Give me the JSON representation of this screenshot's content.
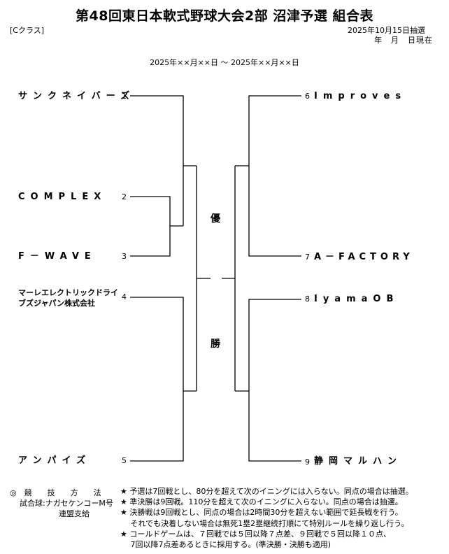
{
  "header": {
    "title": "第48回東日本軟式野球大会2部 沼津予選 組合表",
    "class_label": "[Cクラス]",
    "draw_date": "2025年10月15日抽選",
    "as_of": "年　月　日現在",
    "period": "2025年××月××日 ～ 2025年××月××日"
  },
  "left_teams": [
    {
      "seed": "1",
      "name": "サンクネイバーズ"
    },
    {
      "seed": "2",
      "name": "COMPLEX"
    },
    {
      "seed": "3",
      "name": "F－WAVE"
    },
    {
      "seed": "4",
      "name_line1": "マーレエレクトリックドライ",
      "name_line2": "ブズジャパン株式会社"
    },
    {
      "seed": "5",
      "name": "アンパイズ"
    }
  ],
  "right_teams": [
    {
      "seed": "6",
      "name": "Improves"
    },
    {
      "seed": "7",
      "name": "A－FACTORY"
    },
    {
      "seed": "8",
      "name": "IyamaOB"
    },
    {
      "seed": "9",
      "name": "静岡マルハン"
    }
  ],
  "champion": {
    "char1": "優",
    "char2": "勝"
  },
  "footer": {
    "method_label": "◎　競　　技　　方　　法",
    "ball": "試合球:ナガセケンコーM号",
    "supplier": "連盟支給",
    "rules": [
      "★ 予選は7回戦とし、80分を超えて次のイニングには入らない。同点の場合は抽選。",
      "★ 準決勝は9回戦。110分を超えて次のイニングに入らない。同点の場合は抽選。",
      "★ 決勝戦は9回戦とし、同点の場合は2時間30分を超えない範囲で延長戦を行う。",
      "　 それでも決着しない場合は無死1塁2塁継続打順にて特別ルールを繰り返し行う。",
      "★ コールドゲームは、７回戦では５回以降７点差、９回戦で５回以降１０点、",
      "　 7回以降7点差あるときに採用する。(準決勝・決勝も適用)"
    ]
  }
}
